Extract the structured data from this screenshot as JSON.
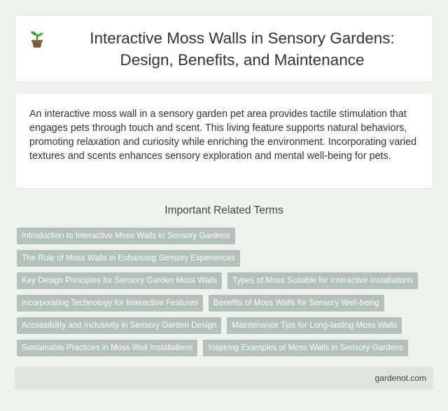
{
  "header": {
    "title": "Interactive Moss Walls in Sensory Gardens: Design, Benefits, and Maintenance",
    "icon": "sprout-icon"
  },
  "description": "An interactive moss wall in a sensory garden pet area provides tactile stimulation that engages pets through touch and scent. This living feature supports natural behaviors, promoting relaxation and curiosity while enriching the environment. Incorporating varied textures and scents enhances sensory exploration and mental well-being for pets.",
  "related": {
    "heading": "Important Related Terms",
    "tags": [
      "Introduction to Interactive Moss Walls in Sensory Gardens",
      "The Role of Moss Walls in Enhancing Sensory Experiences",
      "Key Design Principles for Sensory Garden Moss Walls",
      "Types of Moss Suitable for Interactive Installations",
      "Incorporating Technology for Interactive Features",
      "Benefits of Moss Walls for Sensory Well-being",
      "Accessibility and Inclusivity in Sensory Garden Design",
      "Maintenance Tips for Long-lasting Moss Walls",
      "Sustainable Practices in Moss Wall Installations",
      "Inspiring Examples of Moss Walls in Sensory Gardens"
    ]
  },
  "footer": {
    "site": "gardenot.com"
  },
  "colors": {
    "background": "#eef3ee",
    "tag": "#b4c0ba",
    "footer": "#dfe5df"
  }
}
